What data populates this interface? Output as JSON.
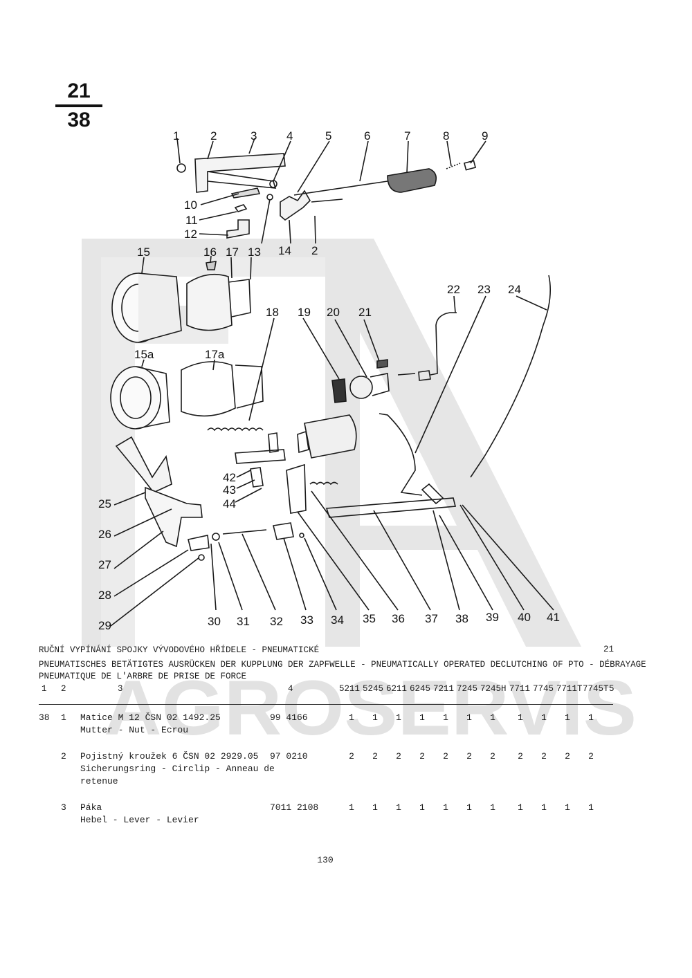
{
  "figure": {
    "numerator": "21",
    "denominator": "38"
  },
  "watermark": {
    "brand": "AGROSERVIS",
    "color": "#e3e3e3"
  },
  "callouts": [
    "1",
    "2",
    "3",
    "4",
    "5",
    "6",
    "7",
    "8",
    "9",
    "10",
    "11",
    "12",
    "13",
    "14",
    "2",
    "15",
    "16",
    "17",
    "15a",
    "17a",
    "18",
    "19",
    "20",
    "21",
    "22",
    "23",
    "24",
    "25",
    "26",
    "27",
    "28",
    "29",
    "30",
    "31",
    "32",
    "33",
    "34",
    "35",
    "36",
    "37",
    "38",
    "39",
    "40",
    "41",
    "42",
    "43",
    "44"
  ],
  "heading": {
    "line1": "RUČNÍ VYPÍNÁNÍ SPOJKY VÝVODOVÉHO HŘÍDELE - PNEUMATICKÉ",
    "group_no": "21",
    "line2": "PNEUMATISCHES BETÄTIGTES AUSRÜCKEN DER KUPPLUNG DER ZAPFWELLE - PNEUMATICALLY OPERATED DECLUTCHING OF PTO - DÉBRAYAGE",
    "line3": "PNEUMATIQUE DE L'ARBRE DE PRISE DE FORCE"
  },
  "columns": {
    "c1": "1",
    "c2": "2",
    "c3": "3",
    "c4": "4",
    "models": [
      "5211",
      "5245",
      "6211",
      "6245",
      "7211",
      "7245",
      "7245H",
      "7711",
      "7745",
      "7711T",
      "7745T"
    ],
    "c5": "5"
  },
  "rows": [
    {
      "fig": "38",
      "pos": "1",
      "line1": "Matice M 12 ČSN 02 1492.25",
      "line2": "Mutter - Nut - Ecrou",
      "line3": "",
      "partno": "99 4166",
      "qty": [
        "1",
        "1",
        "1",
        "1",
        "1",
        "1",
        "1",
        "1",
        "1",
        "1",
        "1"
      ]
    },
    {
      "fig": "",
      "pos": "2",
      "line1": "Pojistný kroužek 6 ČSN 02 2929.05",
      "line2": "Sicherungsring - Circlip - Anneau de",
      "line3": "retenue",
      "partno": "97 0210",
      "qty": [
        "2",
        "2",
        "2",
        "2",
        "2",
        "2",
        "2",
        "2",
        "2",
        "2",
        "2"
      ]
    },
    {
      "fig": "",
      "pos": "3",
      "line1": "Páka",
      "line2": "Hebel - Lever - Levier",
      "line3": "",
      "partno": "7011 2108",
      "qty": [
        "1",
        "1",
        "1",
        "1",
        "1",
        "1",
        "1",
        "1",
        "1",
        "1",
        "1"
      ]
    }
  ],
  "page_number": "130"
}
